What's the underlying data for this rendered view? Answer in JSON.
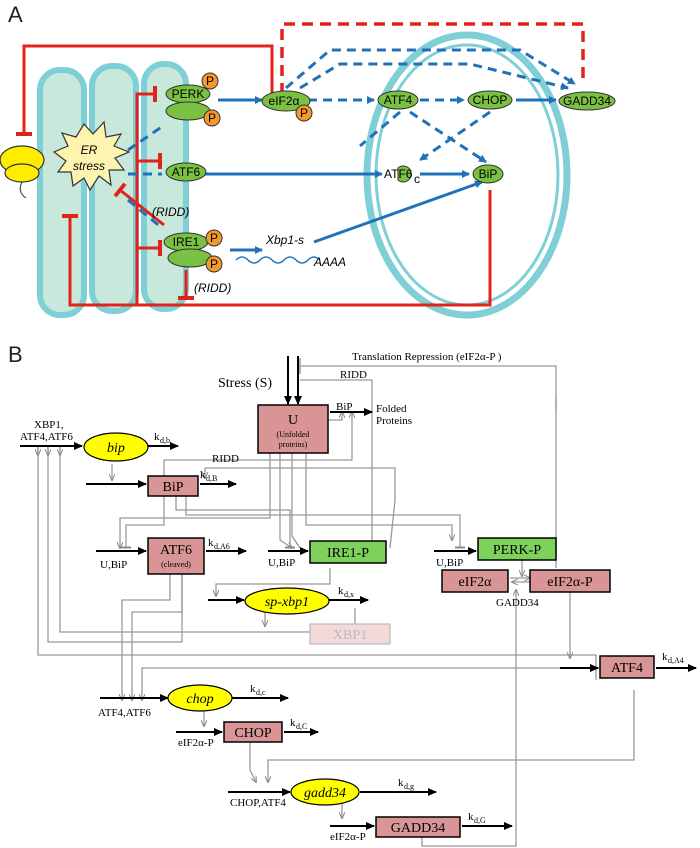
{
  "panelA": {
    "label": "A",
    "er_stress": [
      "ER",
      "stress"
    ],
    "perk": "PERK",
    "atf6": "ATF6",
    "ire1": "IRE1",
    "p": "P",
    "ridd_top": "(RIDD)",
    "ridd_bottom": "(RIDD)",
    "eif2a": "eIF2α",
    "atf4": "ATF4",
    "chop": "CHOP",
    "gadd34": "GADD34",
    "atf6c": "ATF6",
    "atf6c_sub": "c",
    "bip": "BiP",
    "xbp1s": "Xbp1-s",
    "aaaa": "AAAA"
  },
  "panelB": {
    "label": "B",
    "stress": "Stress (S)",
    "translation_repression": "Translation Repression (eIF2α-P )",
    "ridd_top": "RIDD",
    "ridd_left": "RIDD",
    "u_title": "U",
    "u_sub1": "(Unfolded",
    "u_sub2": "proteins)",
    "bip_folded": "BiP",
    "folded1": "Folded",
    "folded2": "Proteins",
    "xbp1_in1": "XBP1,",
    "xbp1_in2": "ATF4,ATF6",
    "bip_gene": "bip",
    "kdb": "k",
    "kdb_sub": "d,b",
    "bip_prot": "BiP",
    "kdB_sub": "d,B",
    "atf6_title": "ATF6",
    "atf6_sub": "(cleaved)",
    "kdA6_sub": "d,A6",
    "u_bip1": "U,BiP",
    "u_bip2": "U,BiP",
    "u_bip3": "U,BiP",
    "ire1p": "IRE1-P",
    "perkp": "PERK-P",
    "eif2a": "eIF2α",
    "eif2ap": "eIF2α-P",
    "gadd34_lbl": "GADD34",
    "spxbp1": "sp-xbp1",
    "kdx_sub": "d,x",
    "xbp1": "XBP1",
    "atf4": "ATF4",
    "kdA4_sub": "d,A4",
    "chop_gene": "chop",
    "kdc_sub": "d,c",
    "atf4atf6": "ATF4,ATF6",
    "eif2ap_chop": "eIF2α-P",
    "chop_prot": "CHOP",
    "kdC_sub": "d,C",
    "gadd34_gene": "gadd34",
    "kdg_sub": "d,g",
    "chop_atf4": "CHOP,ATF4",
    "eif2ap_gadd": "eIF2α-P",
    "gadd34_prot": "GADD34",
    "kdG_sub": "d,G"
  },
  "colors": {
    "red": "#e2231a",
    "blue": "#1f72b8",
    "green": "#7ac143",
    "orange": "#f39a2d",
    "cyan": "#7fcfd6",
    "pink_box": "#d99595",
    "green_box": "#7ed15a",
    "yellow": "#ffff00",
    "gray": "#9a9a9a"
  }
}
